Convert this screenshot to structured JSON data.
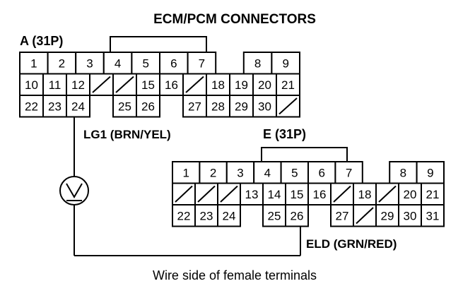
{
  "title": "ECM/PCM CONNECTORS",
  "caption": "Wire side of female terminals",
  "connectors": {
    "a": {
      "label": "A (31P)",
      "rows": [
        [
          "1",
          "2",
          "3",
          "4",
          "5",
          "6",
          "7",
          null,
          "8",
          "9"
        ],
        [
          "10",
          "11",
          "12",
          "/",
          "/",
          "15",
          "16",
          "/",
          "18",
          "19",
          "20",
          "21"
        ],
        [
          "22",
          "23",
          "24",
          null,
          "25",
          "26",
          null,
          "27",
          "28",
          "29",
          "30",
          "/"
        ]
      ]
    },
    "e": {
      "label": "E (31P)",
      "rows": [
        [
          "1",
          "2",
          "3",
          "4",
          "5",
          "6",
          "7",
          null,
          "8",
          "9"
        ],
        [
          "/",
          "/",
          "/",
          "13",
          "14",
          "15",
          "16",
          "/",
          "18",
          "/",
          "20",
          "21"
        ],
        [
          "22",
          "23",
          "24",
          null,
          "25",
          "26",
          null,
          "27",
          "/",
          "29",
          "30",
          "31"
        ]
      ]
    }
  },
  "wires": {
    "lg1": "LG1 (BRN/YEL)",
    "eld": "ELD (GRN/RED)"
  },
  "meter": {
    "symbol": "V",
    "icon": "voltmeter-icon"
  },
  "colors": {
    "ink": "#000000",
    "background": "#ffffff"
  }
}
